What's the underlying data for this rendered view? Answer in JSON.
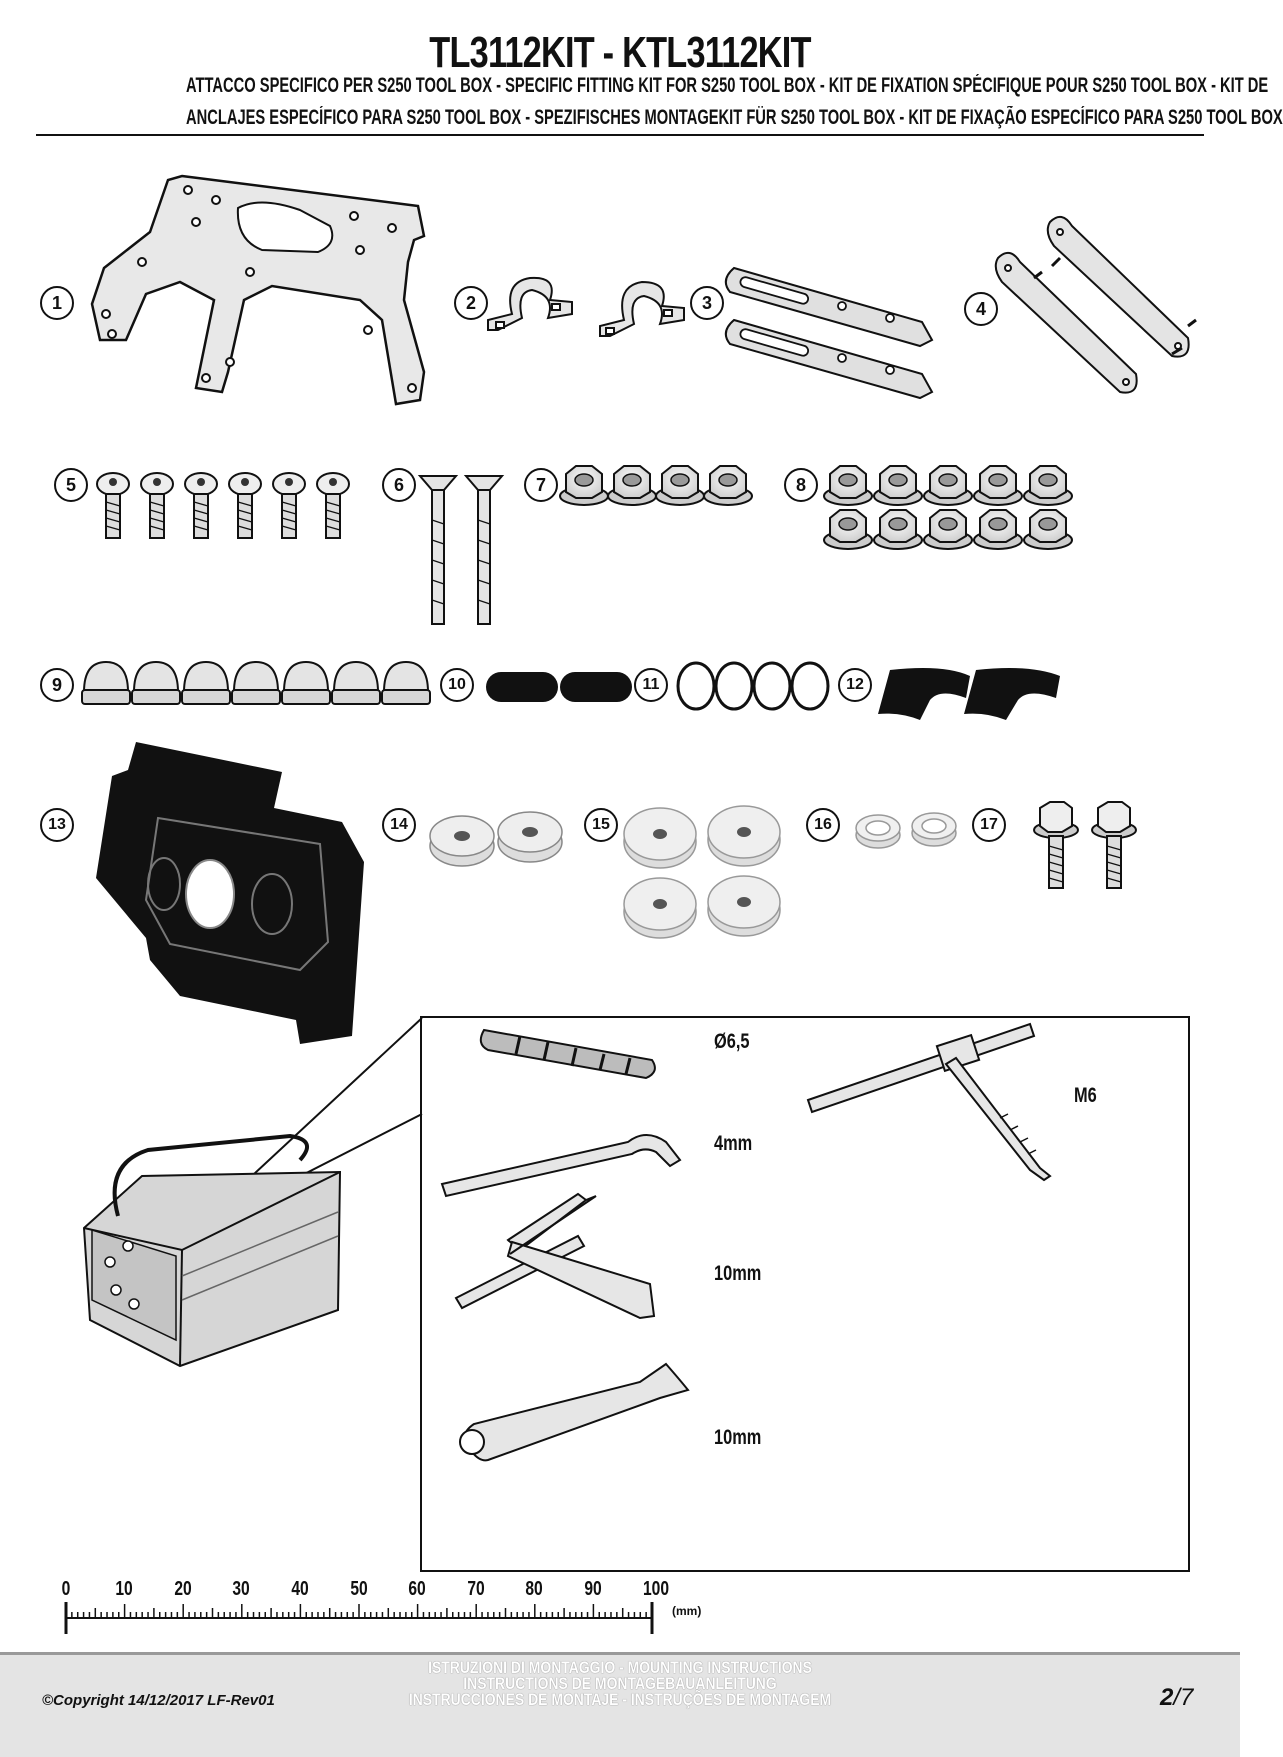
{
  "header": {
    "title": "TL3112KIT - KTL3112KIT",
    "subtitle_line1": "ATTACCO SPECIFICO PER S250 TOOL BOX - SPECIFIC FITTING KIT FOR S250 TOOL BOX - KIT DE FIXATION SPÉCIFIQUE POUR S250 TOOL BOX - KIT DE",
    "subtitle_line2": "ANCLAJES ESPECÍFICO PARA S250 TOOL BOX - SPEZIFISCHES MONTAGEKIT FÜR S250 TOOL BOX - KIT DE FIXAÇÃO ESPECÍFICO PARA S250 TOOL BOX"
  },
  "parts": [
    {
      "number": "1",
      "icon": "mounting-plate-icon"
    },
    {
      "number": "2",
      "icon": "u-clamp-icon"
    },
    {
      "number": "3",
      "icon": "slotted-strip-icon"
    },
    {
      "number": "4",
      "icon": "link-bar-icon"
    },
    {
      "number": "5",
      "icon": "button-head-screw-icon"
    },
    {
      "number": "6",
      "icon": "countersunk-screw-icon"
    },
    {
      "number": "7",
      "icon": "flange-nut-icon"
    },
    {
      "number": "8",
      "icon": "flange-nut-icon"
    },
    {
      "number": "9",
      "icon": "cap-nut-cover-icon"
    },
    {
      "number": "10",
      "icon": "rubber-pad-icon"
    },
    {
      "number": "11",
      "icon": "o-ring-icon"
    },
    {
      "number": "12",
      "icon": "curved-rubber-pad-icon"
    },
    {
      "number": "13",
      "icon": "rubber-gasket-icon"
    },
    {
      "number": "14",
      "icon": "thick-washer-icon"
    },
    {
      "number": "15",
      "icon": "large-washer-icon"
    },
    {
      "number": "16",
      "icon": "spacer-icon"
    },
    {
      "number": "17",
      "icon": "hex-flange-bolt-icon"
    }
  ],
  "tools": {
    "drill_bit": "Ø6,5",
    "tap_wrench": "M6",
    "allen_key": "4mm",
    "t_wrench": "10mm",
    "combination_wrench": "10mm"
  },
  "ruler": {
    "ticks": [
      "0",
      "10",
      "20",
      "30",
      "40",
      "50",
      "60",
      "70",
      "80",
      "90",
      "100"
    ],
    "unit": "(mm)"
  },
  "footer": {
    "line1": "ISTRUZIONI DI MONTAGGIO  -  MOUNTING INSTRUCTIONS",
    "line2": "INSTRUCTIONS DE MONTAGEBAUANLEITUNG",
    "line3": "INSTRUCCIONES DE MONTAJE - INSTRUÇÕES DE MONTAGEM",
    "copyright": "©Copyright 14/12/2017 LF-Rev01",
    "page_current": "2",
    "page_total": "/7"
  },
  "colors": {
    "metal_fill": "#e6e6e6",
    "rubber_fill": "#111111",
    "washer_fill": "#ececec",
    "footer_bg": "#e4e4e4"
  }
}
